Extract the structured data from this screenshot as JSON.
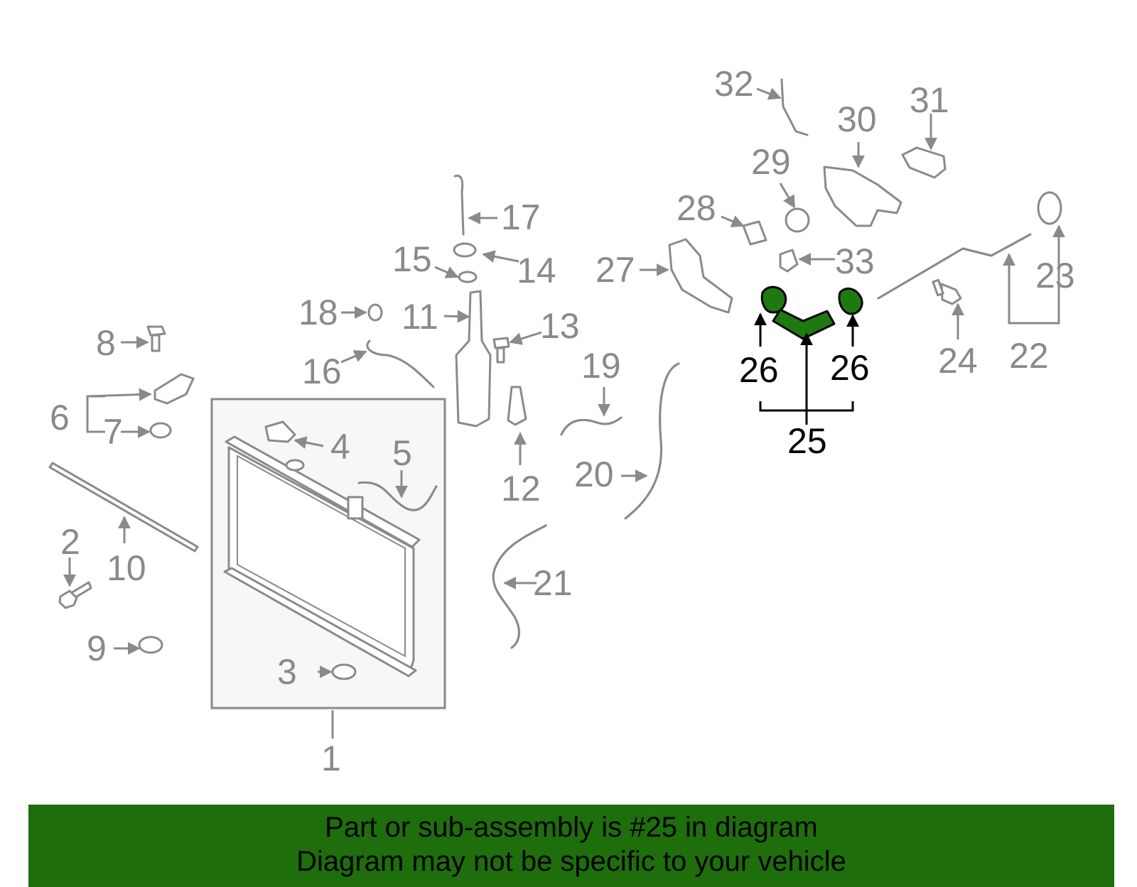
{
  "diagram": {
    "callouts": [
      {
        "id": "c1",
        "text": "1"
      },
      {
        "id": "c2",
        "text": "2"
      },
      {
        "id": "c3",
        "text": "3"
      },
      {
        "id": "c4",
        "text": "4"
      },
      {
        "id": "c5",
        "text": "5"
      },
      {
        "id": "c6",
        "text": "6"
      },
      {
        "id": "c7",
        "text": "7"
      },
      {
        "id": "c8",
        "text": "8"
      },
      {
        "id": "c9",
        "text": "9"
      },
      {
        "id": "c10",
        "text": "10"
      },
      {
        "id": "c11",
        "text": "11"
      },
      {
        "id": "c12",
        "text": "12"
      },
      {
        "id": "c13",
        "text": "13"
      },
      {
        "id": "c14",
        "text": "14"
      },
      {
        "id": "c15",
        "text": "15"
      },
      {
        "id": "c16",
        "text": "16"
      },
      {
        "id": "c17",
        "text": "17"
      },
      {
        "id": "c18",
        "text": "18"
      },
      {
        "id": "c19",
        "text": "19"
      },
      {
        "id": "c20",
        "text": "20"
      },
      {
        "id": "c21",
        "text": "21"
      },
      {
        "id": "c22",
        "text": "22"
      },
      {
        "id": "c23",
        "text": "23"
      },
      {
        "id": "c24",
        "text": "24"
      },
      {
        "id": "c25",
        "text": "25"
      },
      {
        "id": "c26a",
        "text": "26"
      },
      {
        "id": "c26b",
        "text": "26"
      },
      {
        "id": "c27",
        "text": "27"
      },
      {
        "id": "c28",
        "text": "28"
      },
      {
        "id": "c29",
        "text": "29"
      },
      {
        "id": "c30",
        "text": "30"
      },
      {
        "id": "c31",
        "text": "31"
      },
      {
        "id": "c32",
        "text": "32"
      },
      {
        "id": "c33",
        "text": "33"
      }
    ],
    "highlighted_part": "25",
    "colors": {
      "part_outline": "#8a8a8a",
      "highlight_fill": "#1e7a10",
      "banner_bg": "#1e6e0c",
      "text_dark": "#000000"
    }
  },
  "banner": {
    "line1": "Part or sub-assembly is #25 in diagram",
    "line2": "Diagram may not be specific to your vehicle"
  }
}
